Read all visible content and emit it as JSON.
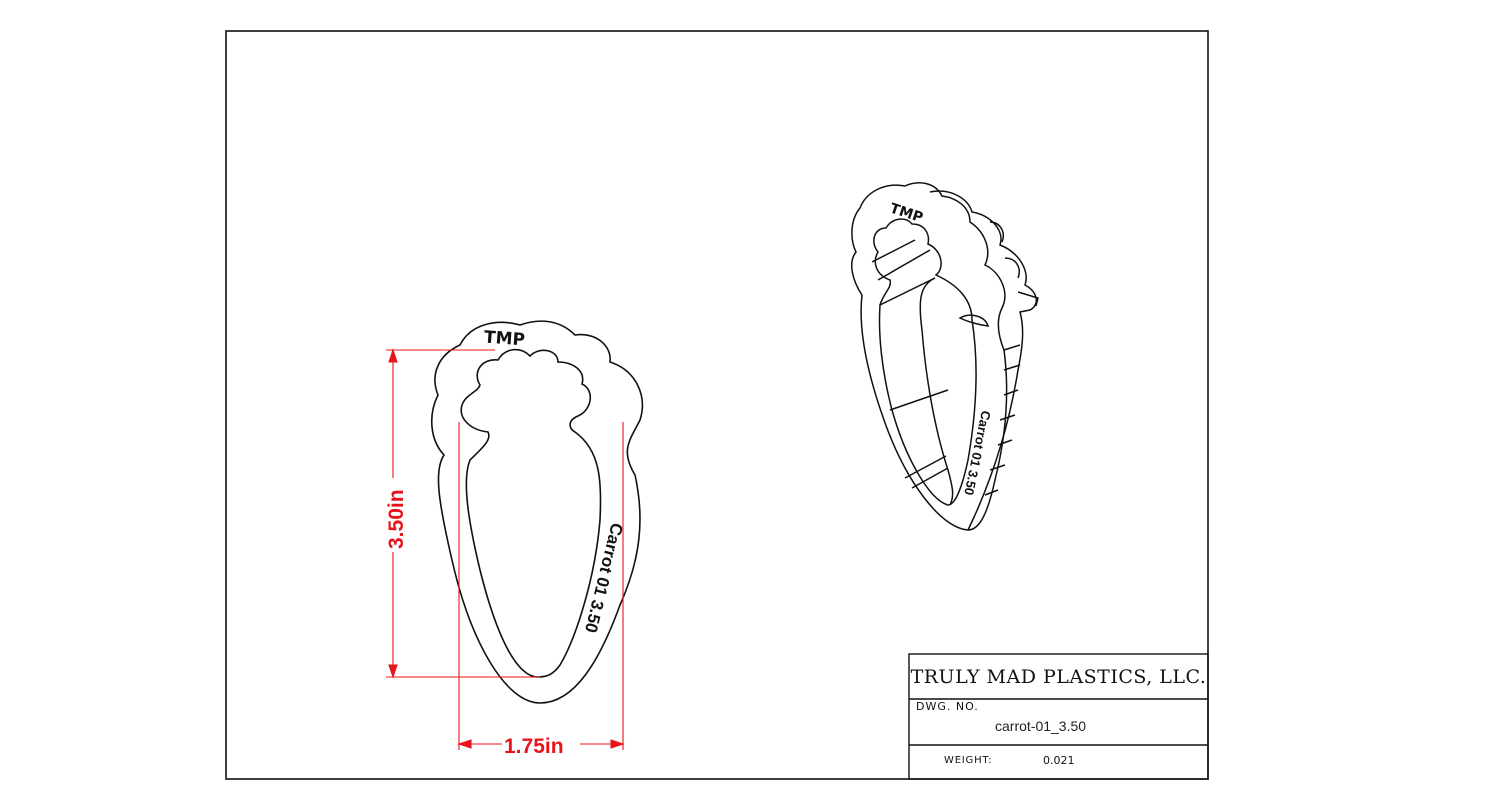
{
  "drawing": {
    "dimension_height": "3.50in",
    "dimension_width": "1.75in",
    "front_label_top": "TMP",
    "front_label_side": "Carrot 01 3.50",
    "iso_label_top": "TMP",
    "iso_label_side": "Carrot 01 3.50"
  },
  "title_block": {
    "company": "TRULY MAD PLASTICS, LLC.",
    "dwg_no_label": "DWG.  NO.",
    "dwg_no_value": "carrot-01_3.50",
    "weight_label": "WEIGHT:",
    "weight_value": "0.021"
  },
  "colors": {
    "line": "#111111",
    "dimension": "#e8141c"
  }
}
